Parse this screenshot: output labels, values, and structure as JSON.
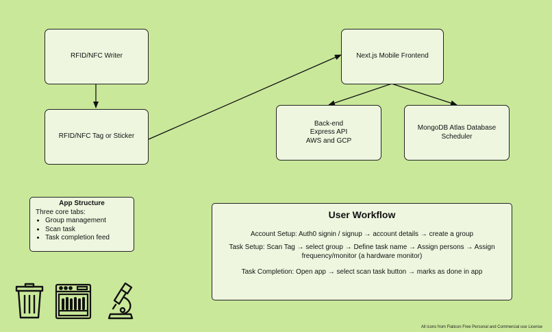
{
  "nodes": {
    "writer": {
      "label": "RFID/NFC Writer"
    },
    "tag": {
      "label": "RFID/NFC Tag or Sticker"
    },
    "frontend": {
      "label": "Next.js Mobile Frontend"
    },
    "backend": {
      "lines": [
        "Back-end",
        "Express API",
        "AWS and GCP"
      ]
    },
    "database": {
      "lines": [
        "MongoDB Atlas Database",
        "Scheduler"
      ]
    }
  },
  "app_structure": {
    "title": "App Structure",
    "intro": "Three core tabs:",
    "items": [
      "Group management",
      "Scan task",
      "Task completion feed"
    ]
  },
  "workflow": {
    "title": "User Workflow",
    "account_setup": "Account Setup: Auth0 signin / signup → account details → create a group",
    "task_setup": "Task Setup: Scan Tag → select group → Define task name → Assign persons → Assign frequency/monitor (a hardware monitor)",
    "task_completion": "Task Completion: Open app → select scan task button → marks as done in app"
  },
  "icons": [
    "trash-can-icon",
    "dishwasher-icon",
    "microscope-icon"
  ],
  "footer": {
    "credit": "All icons from Flaticon Free Personal and Commercial use License"
  },
  "colors": {
    "background": "#c9e89a",
    "node_fill": "#eef6df",
    "stroke": "#222222"
  }
}
